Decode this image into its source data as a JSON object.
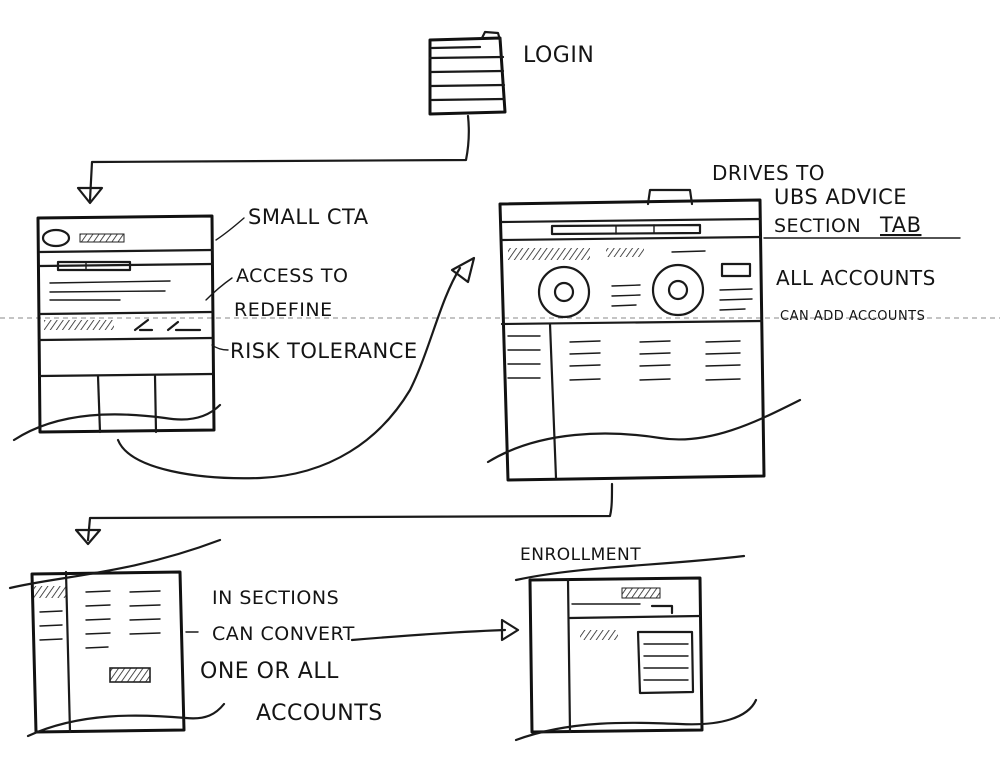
{
  "colors": {
    "ink": "#1a1a1a",
    "paper": "#ffffff"
  },
  "labels": {
    "login": "LOGIN",
    "small_cta": "SMALL CTA",
    "access_to": "ACCESS TO",
    "redefine": "REDEFINE",
    "risk_tolerance": "RISK TOLERANCE",
    "drives_to": "DRIVES TO",
    "ubs_advice": "UBS ADVICE",
    "section": "SECTION",
    "tab": "TAB",
    "all_accounts": "ALL ACCOUNTS",
    "can_add_accounts": "CAN ADD ACCOUNTS",
    "enrollment": "ENROLLMENT",
    "in_sections": "IN SECTIONS",
    "can_convert": "CAN CONVERT",
    "one_or_all": "ONE OR ALL",
    "accounts": "ACCOUNTS"
  }
}
